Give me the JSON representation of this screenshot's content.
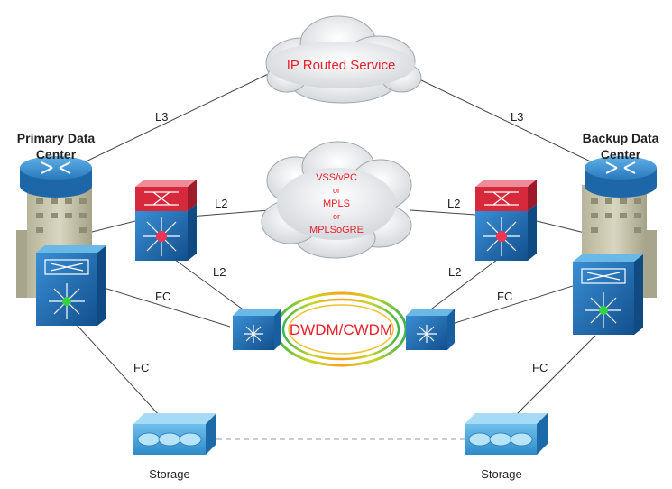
{
  "sites": {
    "primary": {
      "title_line1": "Primary Data",
      "title_line2": "Center"
    },
    "backup": {
      "title_line1": "Backup Data",
      "title_line2": "Center"
    }
  },
  "clouds": {
    "top": {
      "label": "IP Routed Service"
    },
    "middle": {
      "line1": "VSS/vPC",
      "line2": "or",
      "line3": "MPLS",
      "line4": "or",
      "line5": "MPLSoGRE"
    }
  },
  "dwdm": {
    "label": "DWDM/CWDM"
  },
  "links": {
    "l3_left": "L3",
    "l3_right": "L3",
    "l2_left_cloud": "L2",
    "l2_right_cloud": "L2",
    "l2_left_optical": "L2",
    "l2_right_optical": "L2",
    "fc_left_optical": "FC",
    "fc_right_optical": "FC",
    "fc_left_storage": "FC",
    "fc_right_storage": "FC"
  },
  "storage": {
    "left_label": "Storage",
    "right_label": "Storage"
  },
  "colors": {
    "link_line": "#444444",
    "switch_blue": "#1f6bb3",
    "firewall_red": "#d62a3c",
    "cloud_label_red": "#e8202a"
  },
  "icons": {
    "router": "router-icon",
    "building": "building-icon",
    "san_switch": "san-switch-icon",
    "firewall_switch": "firewall-switch-icon",
    "optical": "optical-mux-icon",
    "storage": "storage-array-icon",
    "cloud": "cloud-icon"
  }
}
